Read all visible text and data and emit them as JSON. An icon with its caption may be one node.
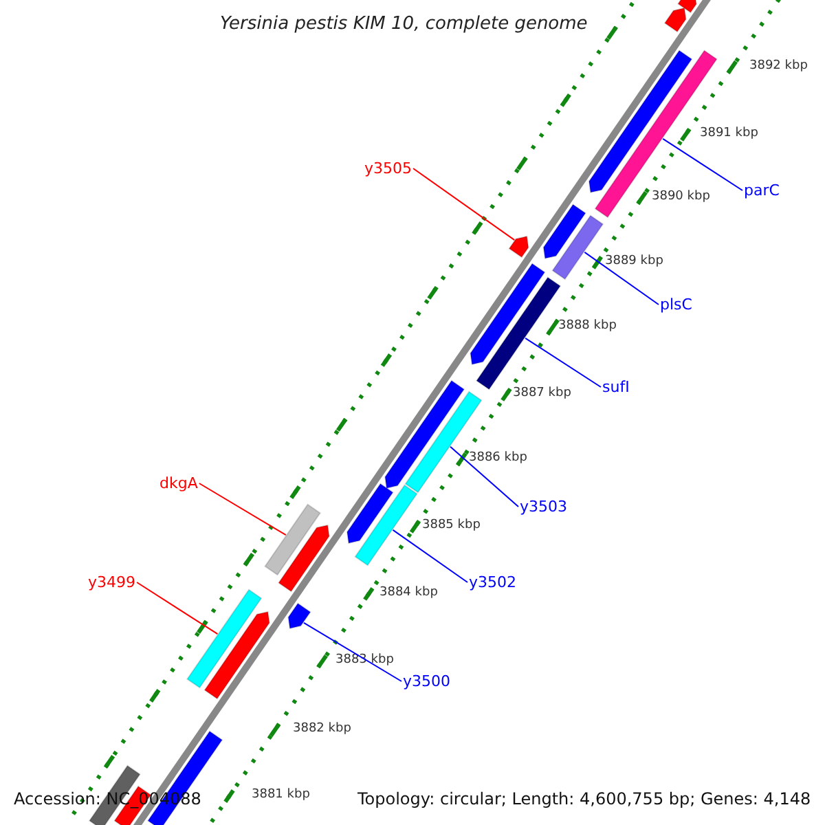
{
  "diagram": {
    "title": "Yersinia pestis KIM 10, complete genome",
    "nodes": [
      {
        "text": [
          "y3505"
        ]
      },
      {
        "text": [
          "parC"
        ]
      },
      {
        "text": [
          "plsC"
        ]
      },
      {
        "text": [
          "sufI"
        ]
      },
      {
        "text": [
          "dkgA"
        ]
      },
      {
        "text": [
          "y3503"
        ]
      },
      {
        "text": [
          "y3499"
        ]
      },
      {
        "text": [
          "y3502"
        ]
      },
      {
        "text": [
          "y3500"
        ]
      },
      {
        "text": [],
        "shape": "bar"
      },
      {
        "text": [],
        "shape": "bar"
      },
      {
        "text": [],
        "shape": "pentagon"
      },
      {
        "text": [],
        "shape": "bar"
      },
      {
        "text": [],
        "shape": "bar"
      },
      {
        "text": [],
        "shape": "bar"
      },
      {
        "text": [],
        "shape": "bar"
      },
      {
        "text": [],
        "shape": "bar"
      },
      {
        "text": [],
        "shape": "pentagon"
      },
      {
        "text": [],
        "shape": "pentagon"
      },
      {
        "text": [],
        "shape": "pentagon"
      },
      {
        "text": [],
        "shape": "pentagon"
      },
      {
        "text": [],
        "shape": "pentagon"
      },
      {
        "text": [],
        "shape": "pentagon"
      },
      {
        "text": [],
        "shape": "pentagon"
      },
      {
        "text": [],
        "shape": "pentagon"
      },
      {
        "text": [],
        "shape": "pentagon"
      },
      {
        "text": [],
        "shape": "pentagon"
      },
      {
        "text": [],
        "shape": "bar"
      },
      {
        "text": [],
        "shape": "bar"
      },
      {
        "text": [],
        "shape": "bar"
      }
    ],
    "edges": [
      {
        "from": 0,
        "to": 11,
        "arrow": "none",
        "color": "#ff0000"
      },
      {
        "from": 1,
        "to": 9,
        "arrow": "none"
      },
      {
        "from": 2,
        "to": 10,
        "arrow": "none"
      },
      {
        "from": 3,
        "to": 12,
        "arrow": "none"
      },
      {
        "from": 4,
        "to": 15,
        "arrow": "none",
        "color": "#ff0000"
      },
      {
        "from": 5,
        "to": 13,
        "arrow": "none"
      },
      {
        "from": 6,
        "to": 16,
        "arrow": "none",
        "color": "#ff0000"
      },
      {
        "from": 7,
        "to": 14,
        "arrow": "none"
      },
      {
        "from": 8,
        "to": 17,
        "arrow": "none"
      }
    ],
    "labels": [
      "3892 kbp",
      "3891 kbp",
      "3890 kbp",
      "3889 kbp",
      "3888 kbp",
      "3887 kbp",
      "3886 kbp",
      "3885 kbp",
      "3884 kbp",
      "3883 kbp",
      "3882 kbp",
      "3881 kbp",
      "Accession: NC_004088",
      "Topology: circular; Length: 4,600,755 bp; Genes: 4,148"
    ]
  }
}
